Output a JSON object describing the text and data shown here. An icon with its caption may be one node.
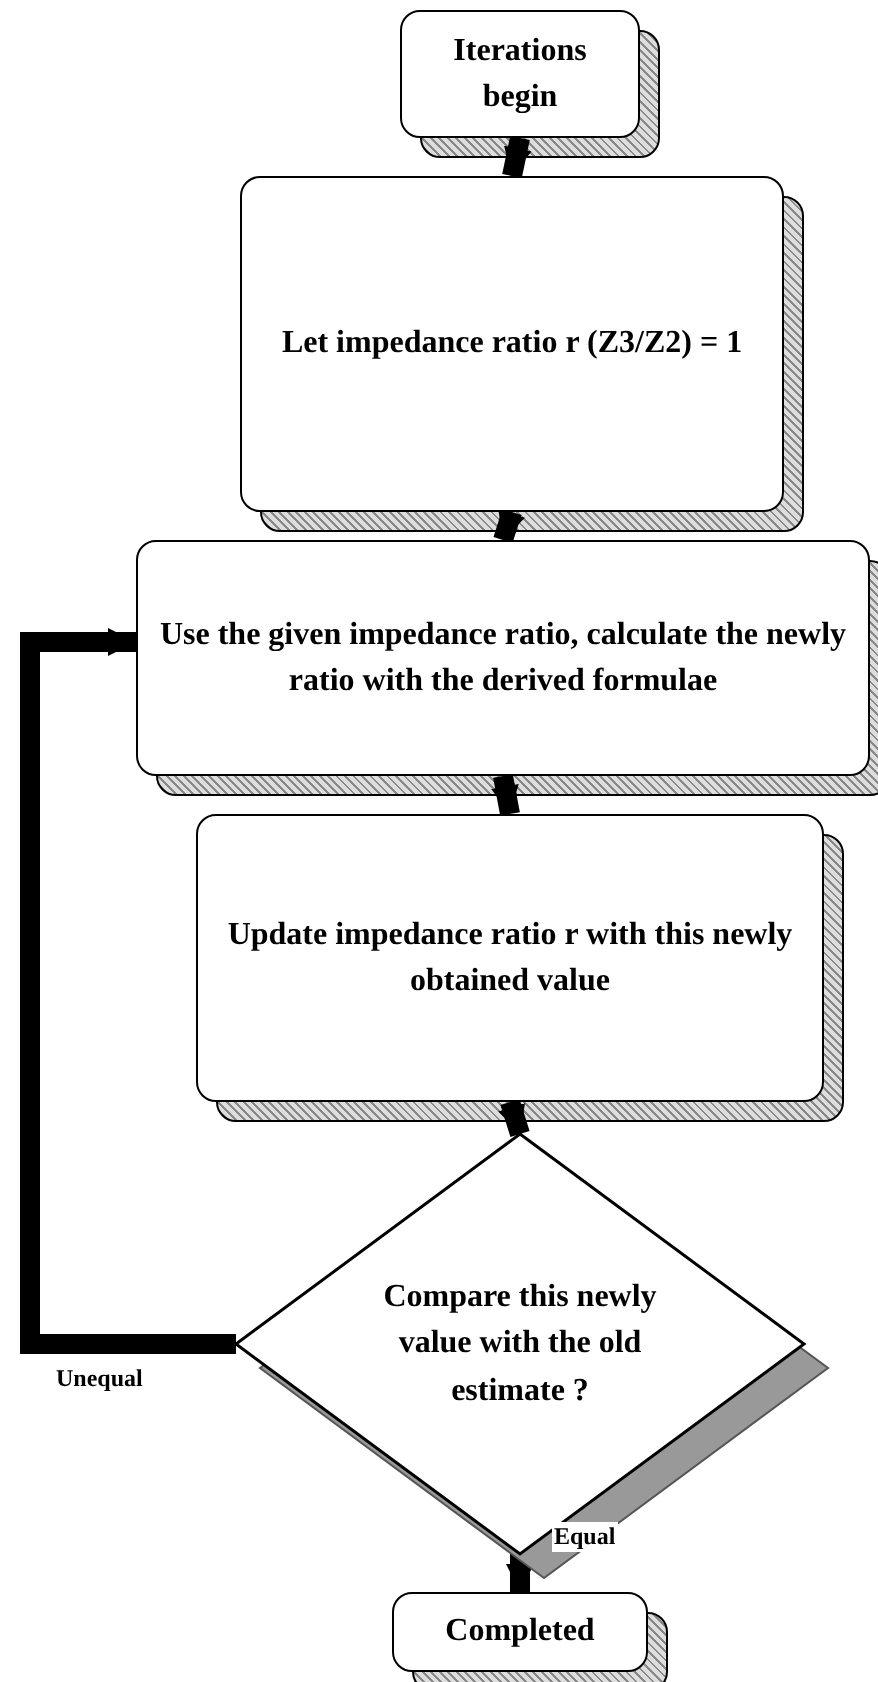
{
  "diagram": {
    "nodes": [
      {
        "text": [
          "Iterations begin"
        ]
      },
      {
        "text": [
          "Let impedance ratio r (Z3/Z2) = 1"
        ]
      },
      {
        "text": [
          "Use the given impedance ratio, calculate the newly ratio with the derived formulae"
        ]
      },
      {
        "text": [
          "Update impedance ratio r with this newly obtained value"
        ]
      },
      {
        "text": [
          "Compare this newly value with the old estimate ?"
        ]
      },
      {
        "text": [
          "Completed"
        ]
      }
    ],
    "edges": [
      {
        "from": 0,
        "to": 1,
        "arrow": "to"
      },
      {
        "from": 1,
        "to": 2,
        "arrow": "to"
      },
      {
        "from": 2,
        "to": 3,
        "arrow": "to"
      },
      {
        "from": 3,
        "to": 4,
        "arrow": "to"
      },
      {
        "from": 4,
        "to": 5,
        "arrow": "to",
        "label": "Equal"
      },
      {
        "from": 4,
        "to": 2,
        "arrow": "to",
        "label": "Unequal"
      }
    ]
  }
}
